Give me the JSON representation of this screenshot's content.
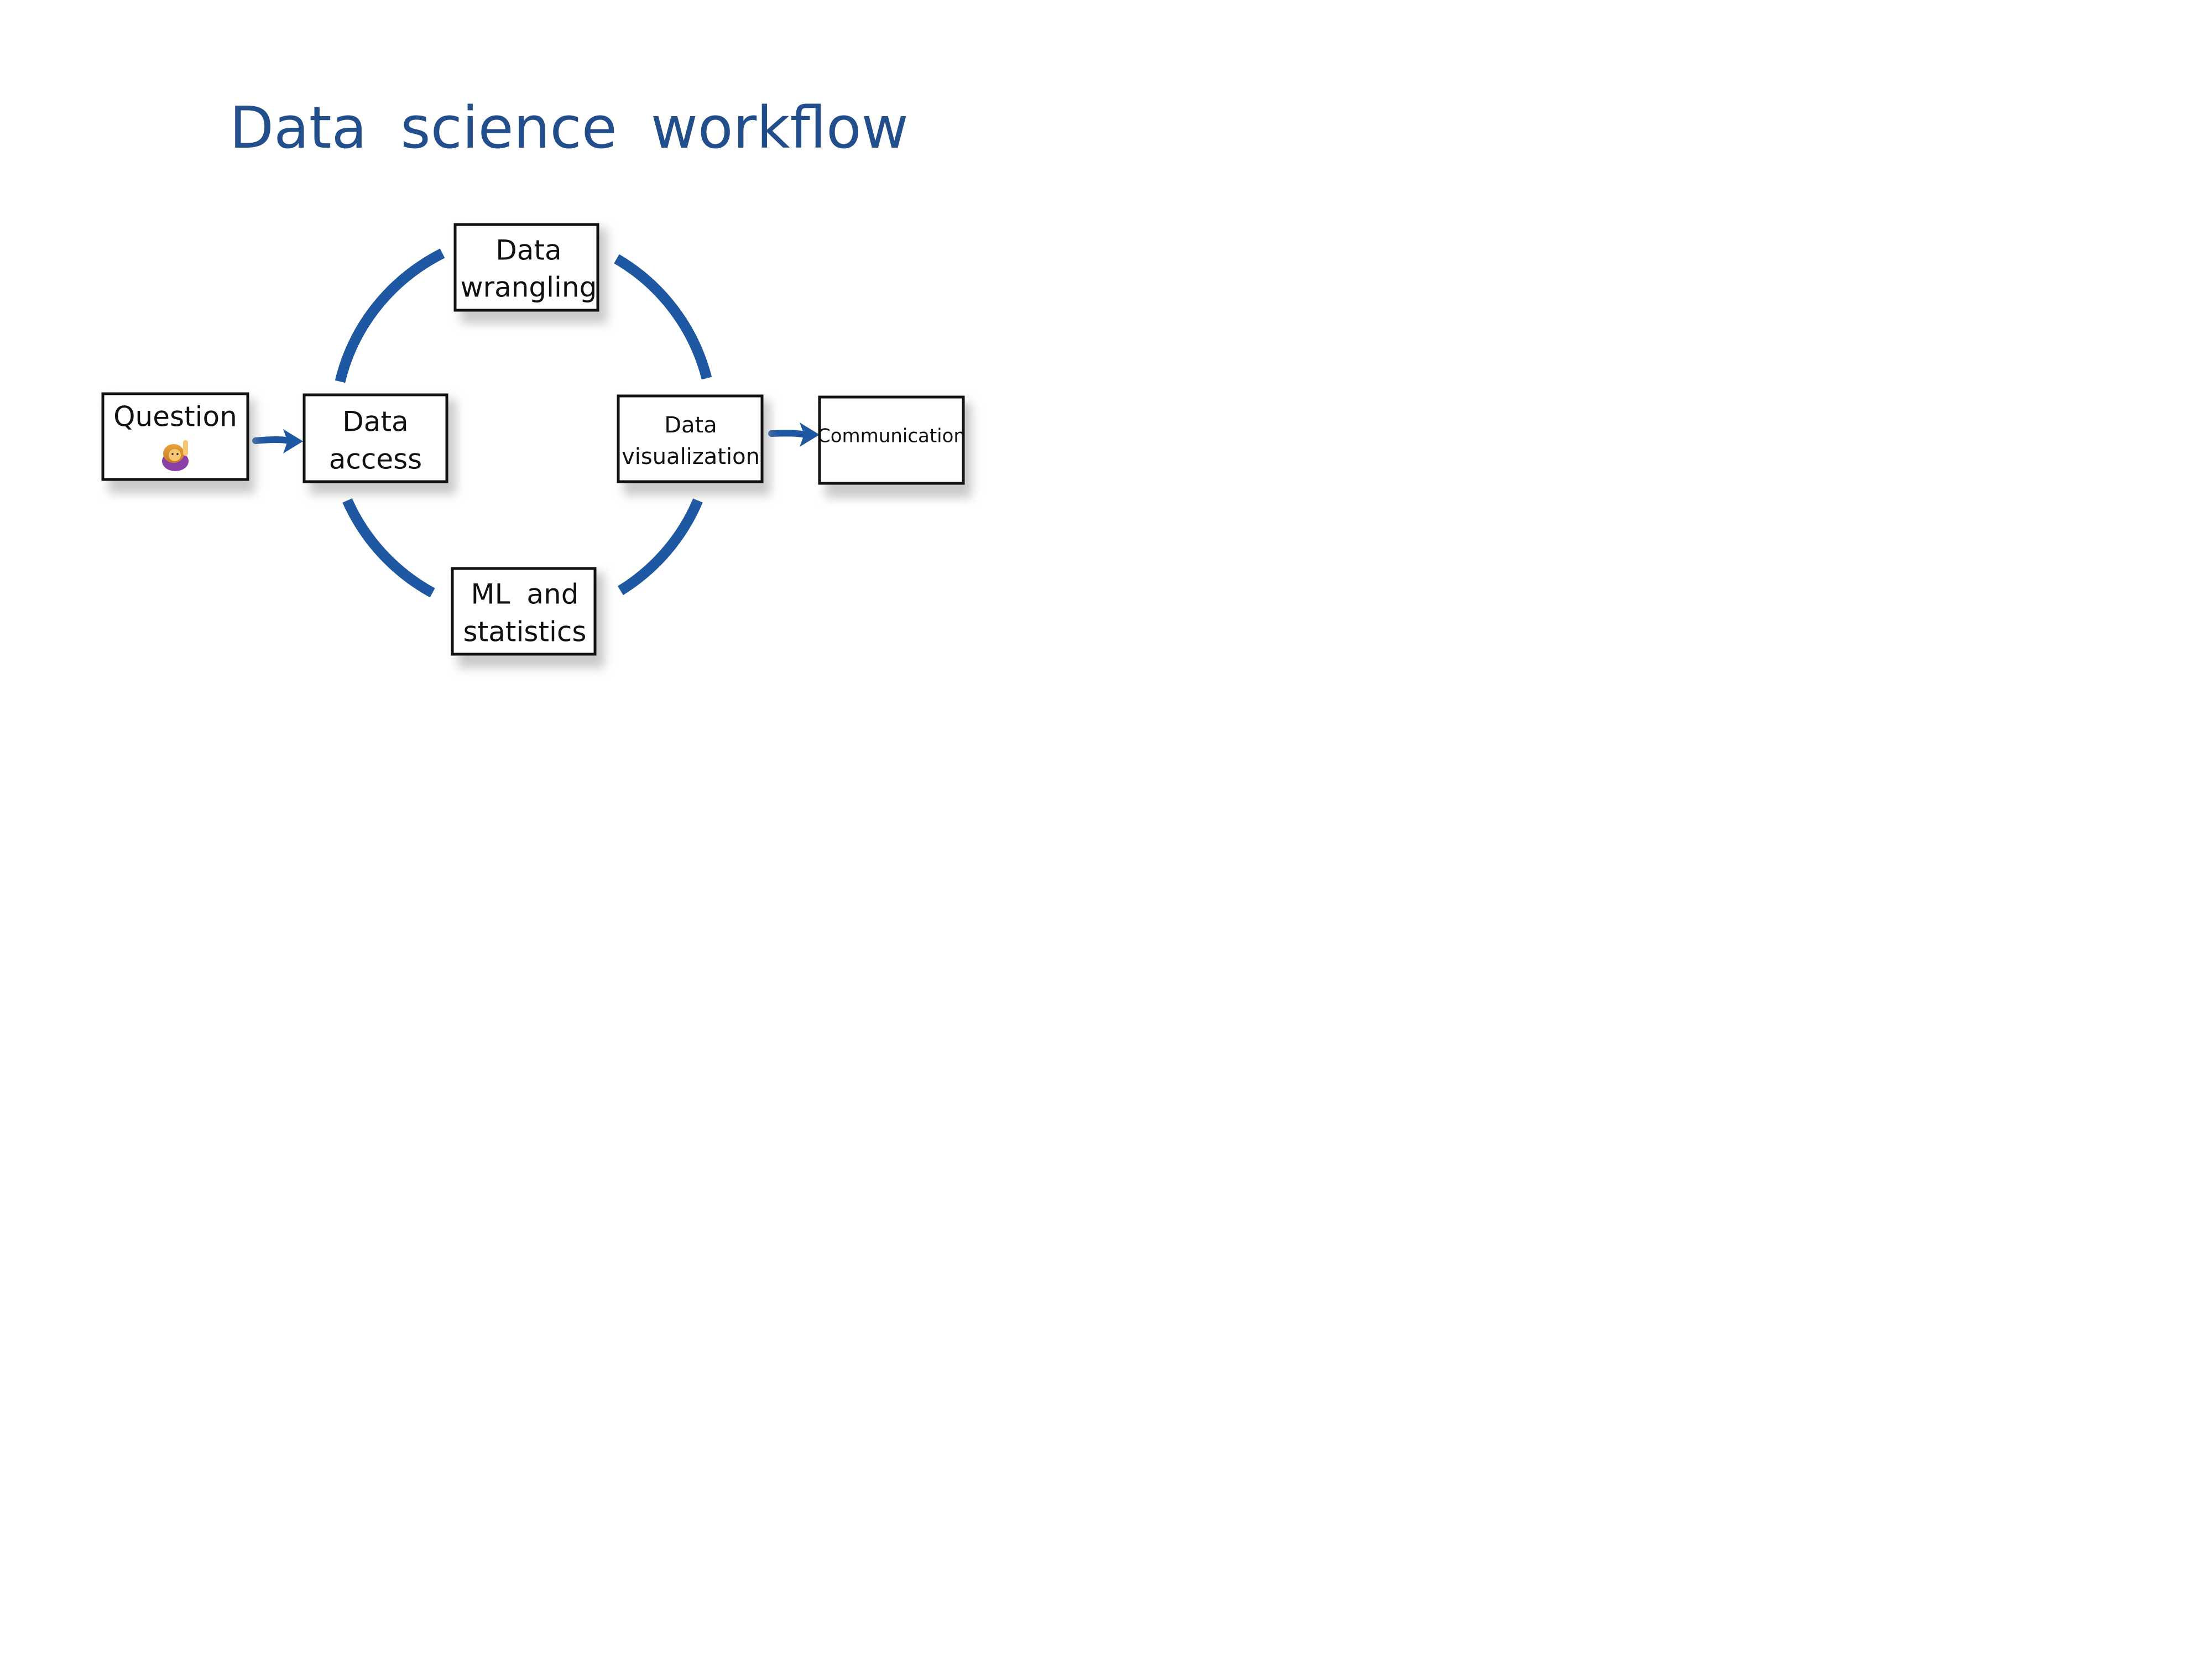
{
  "title": "Data science workflow",
  "colors": {
    "title": "#234e8c",
    "arrows": "#1f58a2",
    "box_border": "#111111",
    "shadow": "#9e9e9e"
  },
  "nodes": {
    "question": {
      "lines": [
        "Question"
      ],
      "icon": "raising-hand-woman-emoji"
    },
    "data_access": {
      "lines": [
        "Data",
        "access"
      ]
    },
    "data_wrangling": {
      "lines": [
        "Data",
        "wrangling"
      ]
    },
    "ml_statistics": {
      "lines": [
        "ML and",
        "statistics"
      ]
    },
    "data_visualization": {
      "lines": [
        "Data",
        "visualization"
      ]
    },
    "communication": {
      "lines": [
        "Communication"
      ]
    }
  },
  "edges": [
    {
      "from": "question",
      "to": "data_access"
    },
    {
      "from": "data_visualization",
      "to": "communication"
    }
  ]
}
